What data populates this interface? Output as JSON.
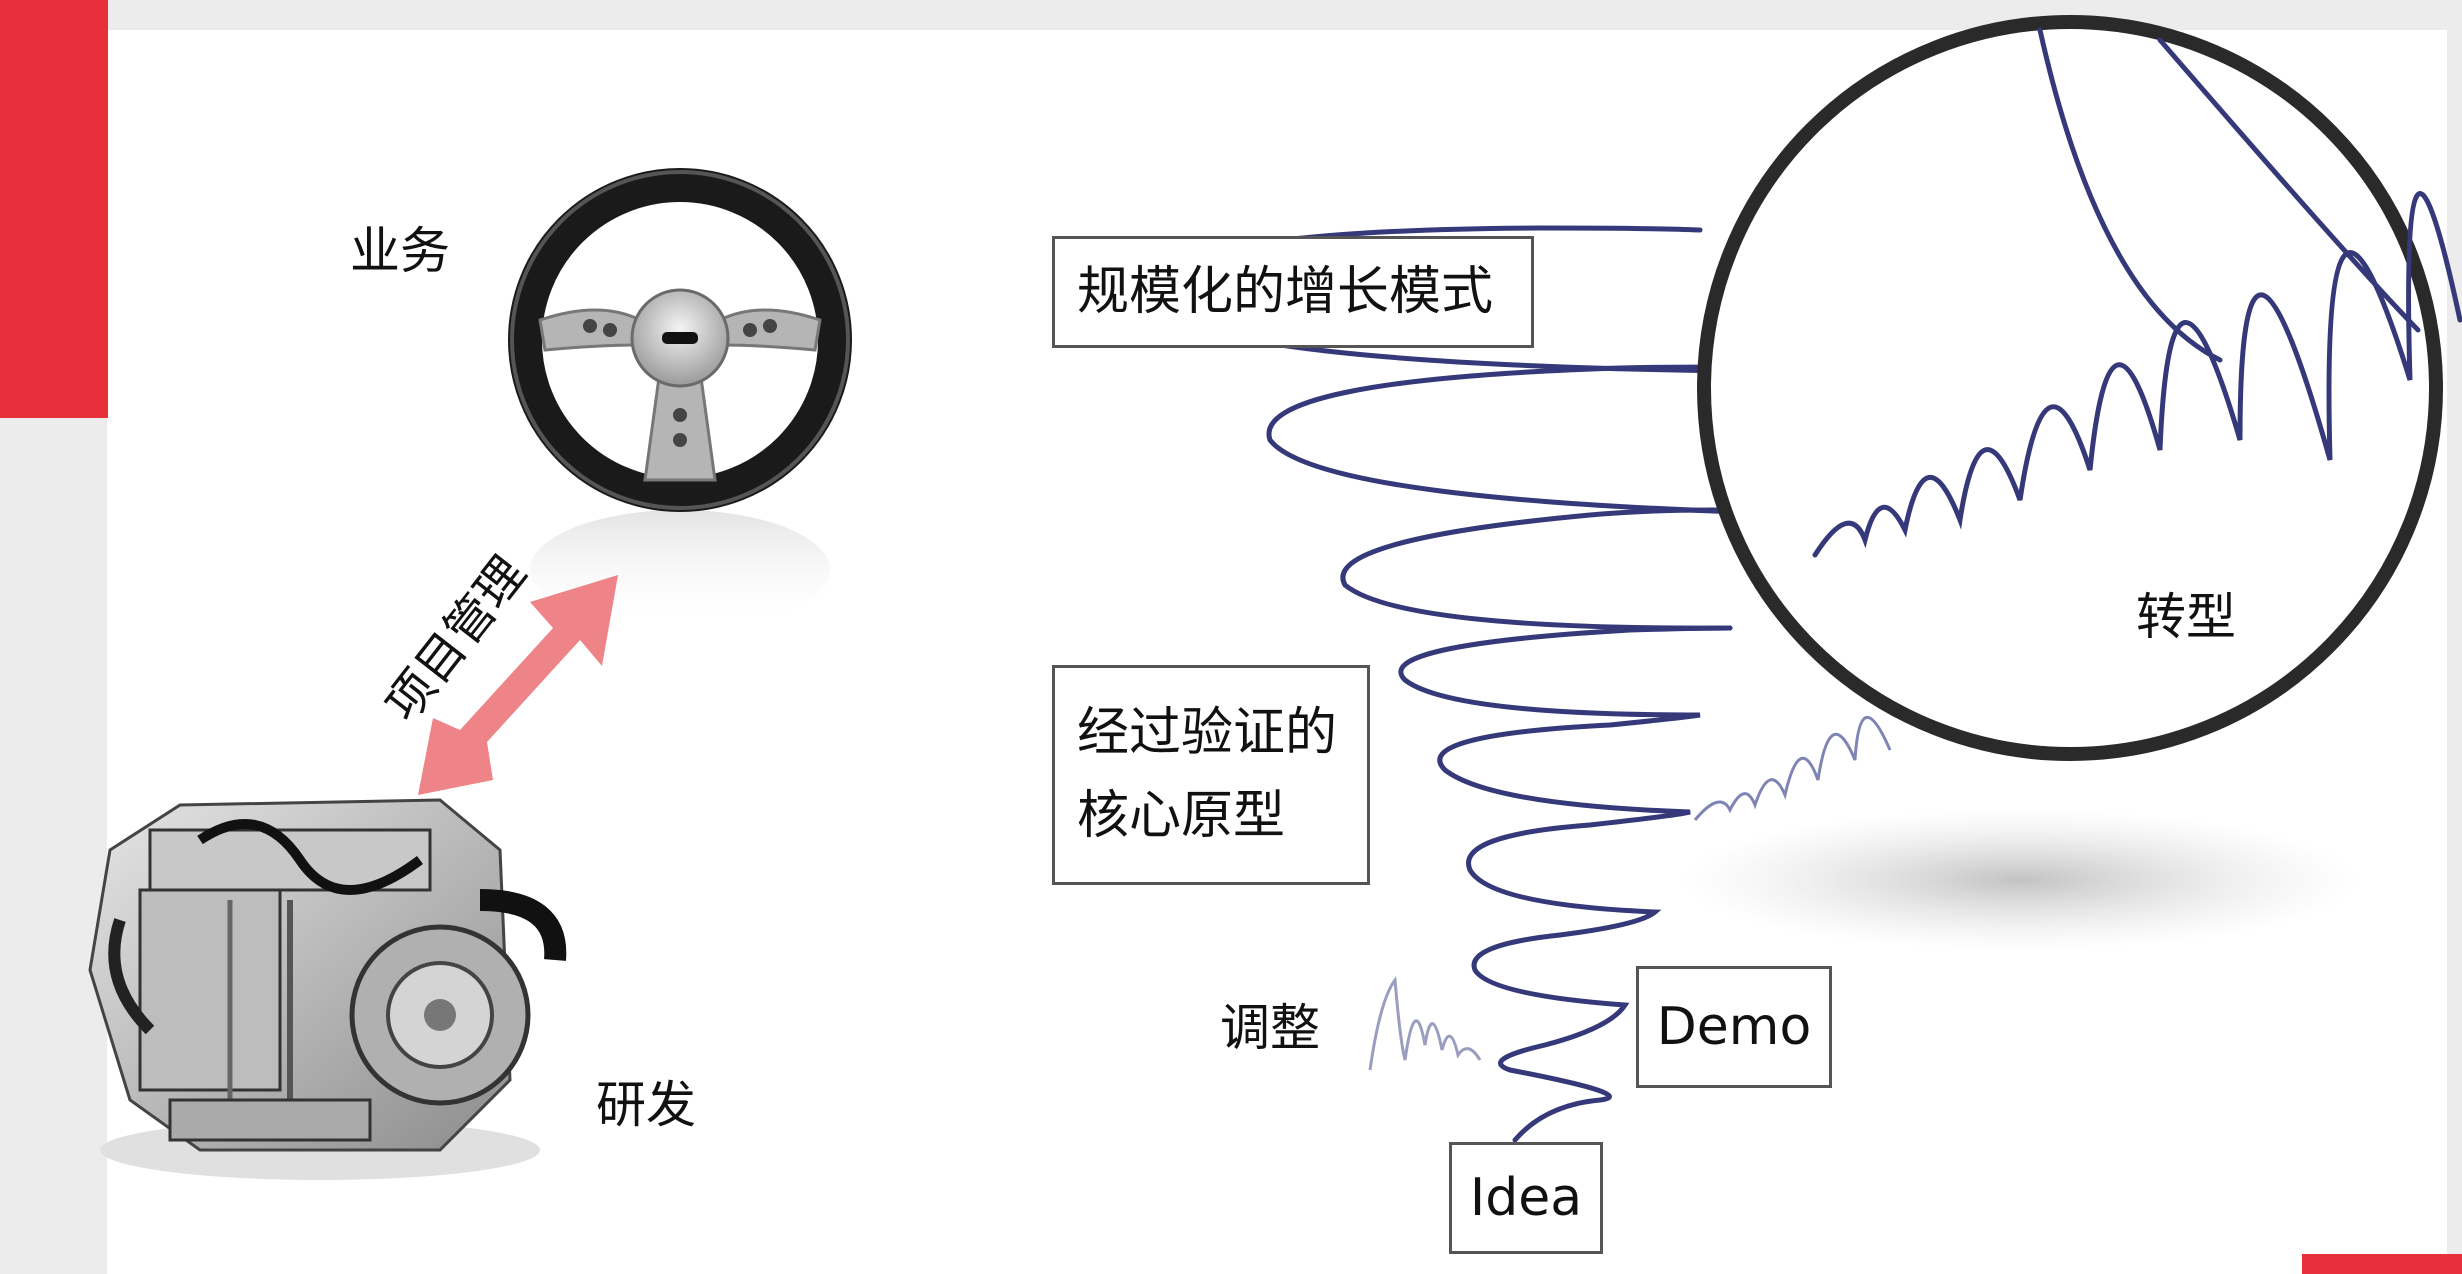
{
  "accent_color": "#e8303d",
  "spiral_color": "#35397a",
  "labels": {
    "business": "业务",
    "project_management": "项目管理",
    "rnd": "研发",
    "scaled_growth": "规模化的增长模式",
    "core_prototype_line1": "经过验证的",
    "core_prototype_line2": "核心原型",
    "adjust": "调整",
    "demo": "Demo",
    "idea": "Idea",
    "transformation": "转型"
  },
  "icons": {
    "steering_wheel": "steering-wheel-icon",
    "engine": "engine-icon",
    "arrow": "double-arrow-icon",
    "magnifier": "magnifier-circle"
  }
}
